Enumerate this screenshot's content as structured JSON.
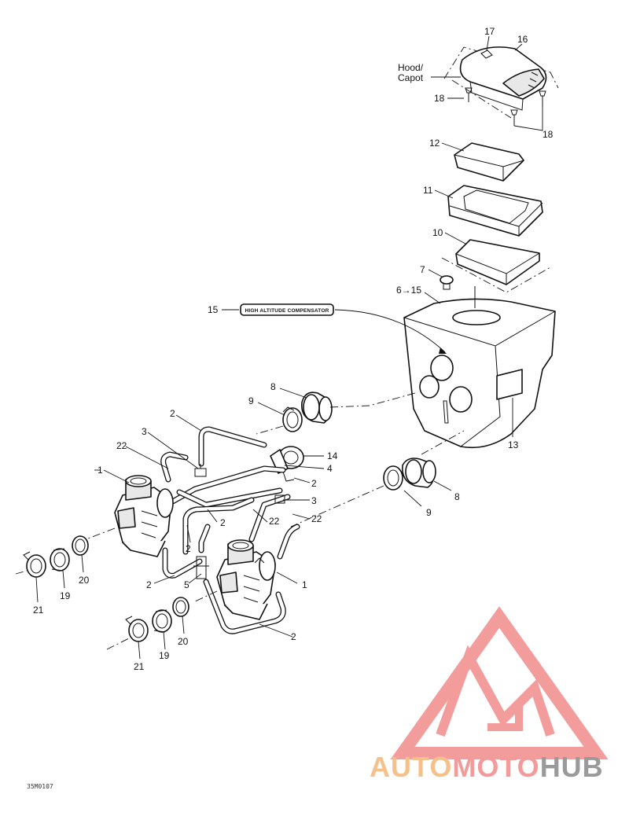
{
  "labels": {
    "p17": "17",
    "p16": "16",
    "hood_line1": "Hood/",
    "hood_line2": "Capot",
    "p18a": "18",
    "p18b": "18",
    "p12": "12",
    "p11": "11",
    "p10": "10",
    "p7": "7",
    "p6_15": "6→15",
    "p15": "15",
    "compensator": "HIGH ALTITUDE COMPENSATOR",
    "p8a": "8",
    "p9a": "9",
    "p13": "13",
    "p14": "14",
    "p4": "4",
    "p2a": "2",
    "p3a": "3",
    "p22a": "22",
    "p1a": "1",
    "p2b": "2",
    "p3b": "3",
    "p2c": "2",
    "p22b": "22",
    "p22c": "22",
    "p2d": "2",
    "p8b": "8",
    "p9b": "9",
    "p2e": "2",
    "p5": "5",
    "p1b": "1",
    "p21a": "21",
    "p19a": "19",
    "p20a": "20",
    "p2f": "2",
    "p21b": "21",
    "p19b": "19",
    "p20b": "20"
  },
  "watermark": {
    "part1": "AUTO",
    "part2": "MOTO",
    "part3": "HUB",
    "logo_color": "#f28b8b"
  },
  "code": "35M0107"
}
